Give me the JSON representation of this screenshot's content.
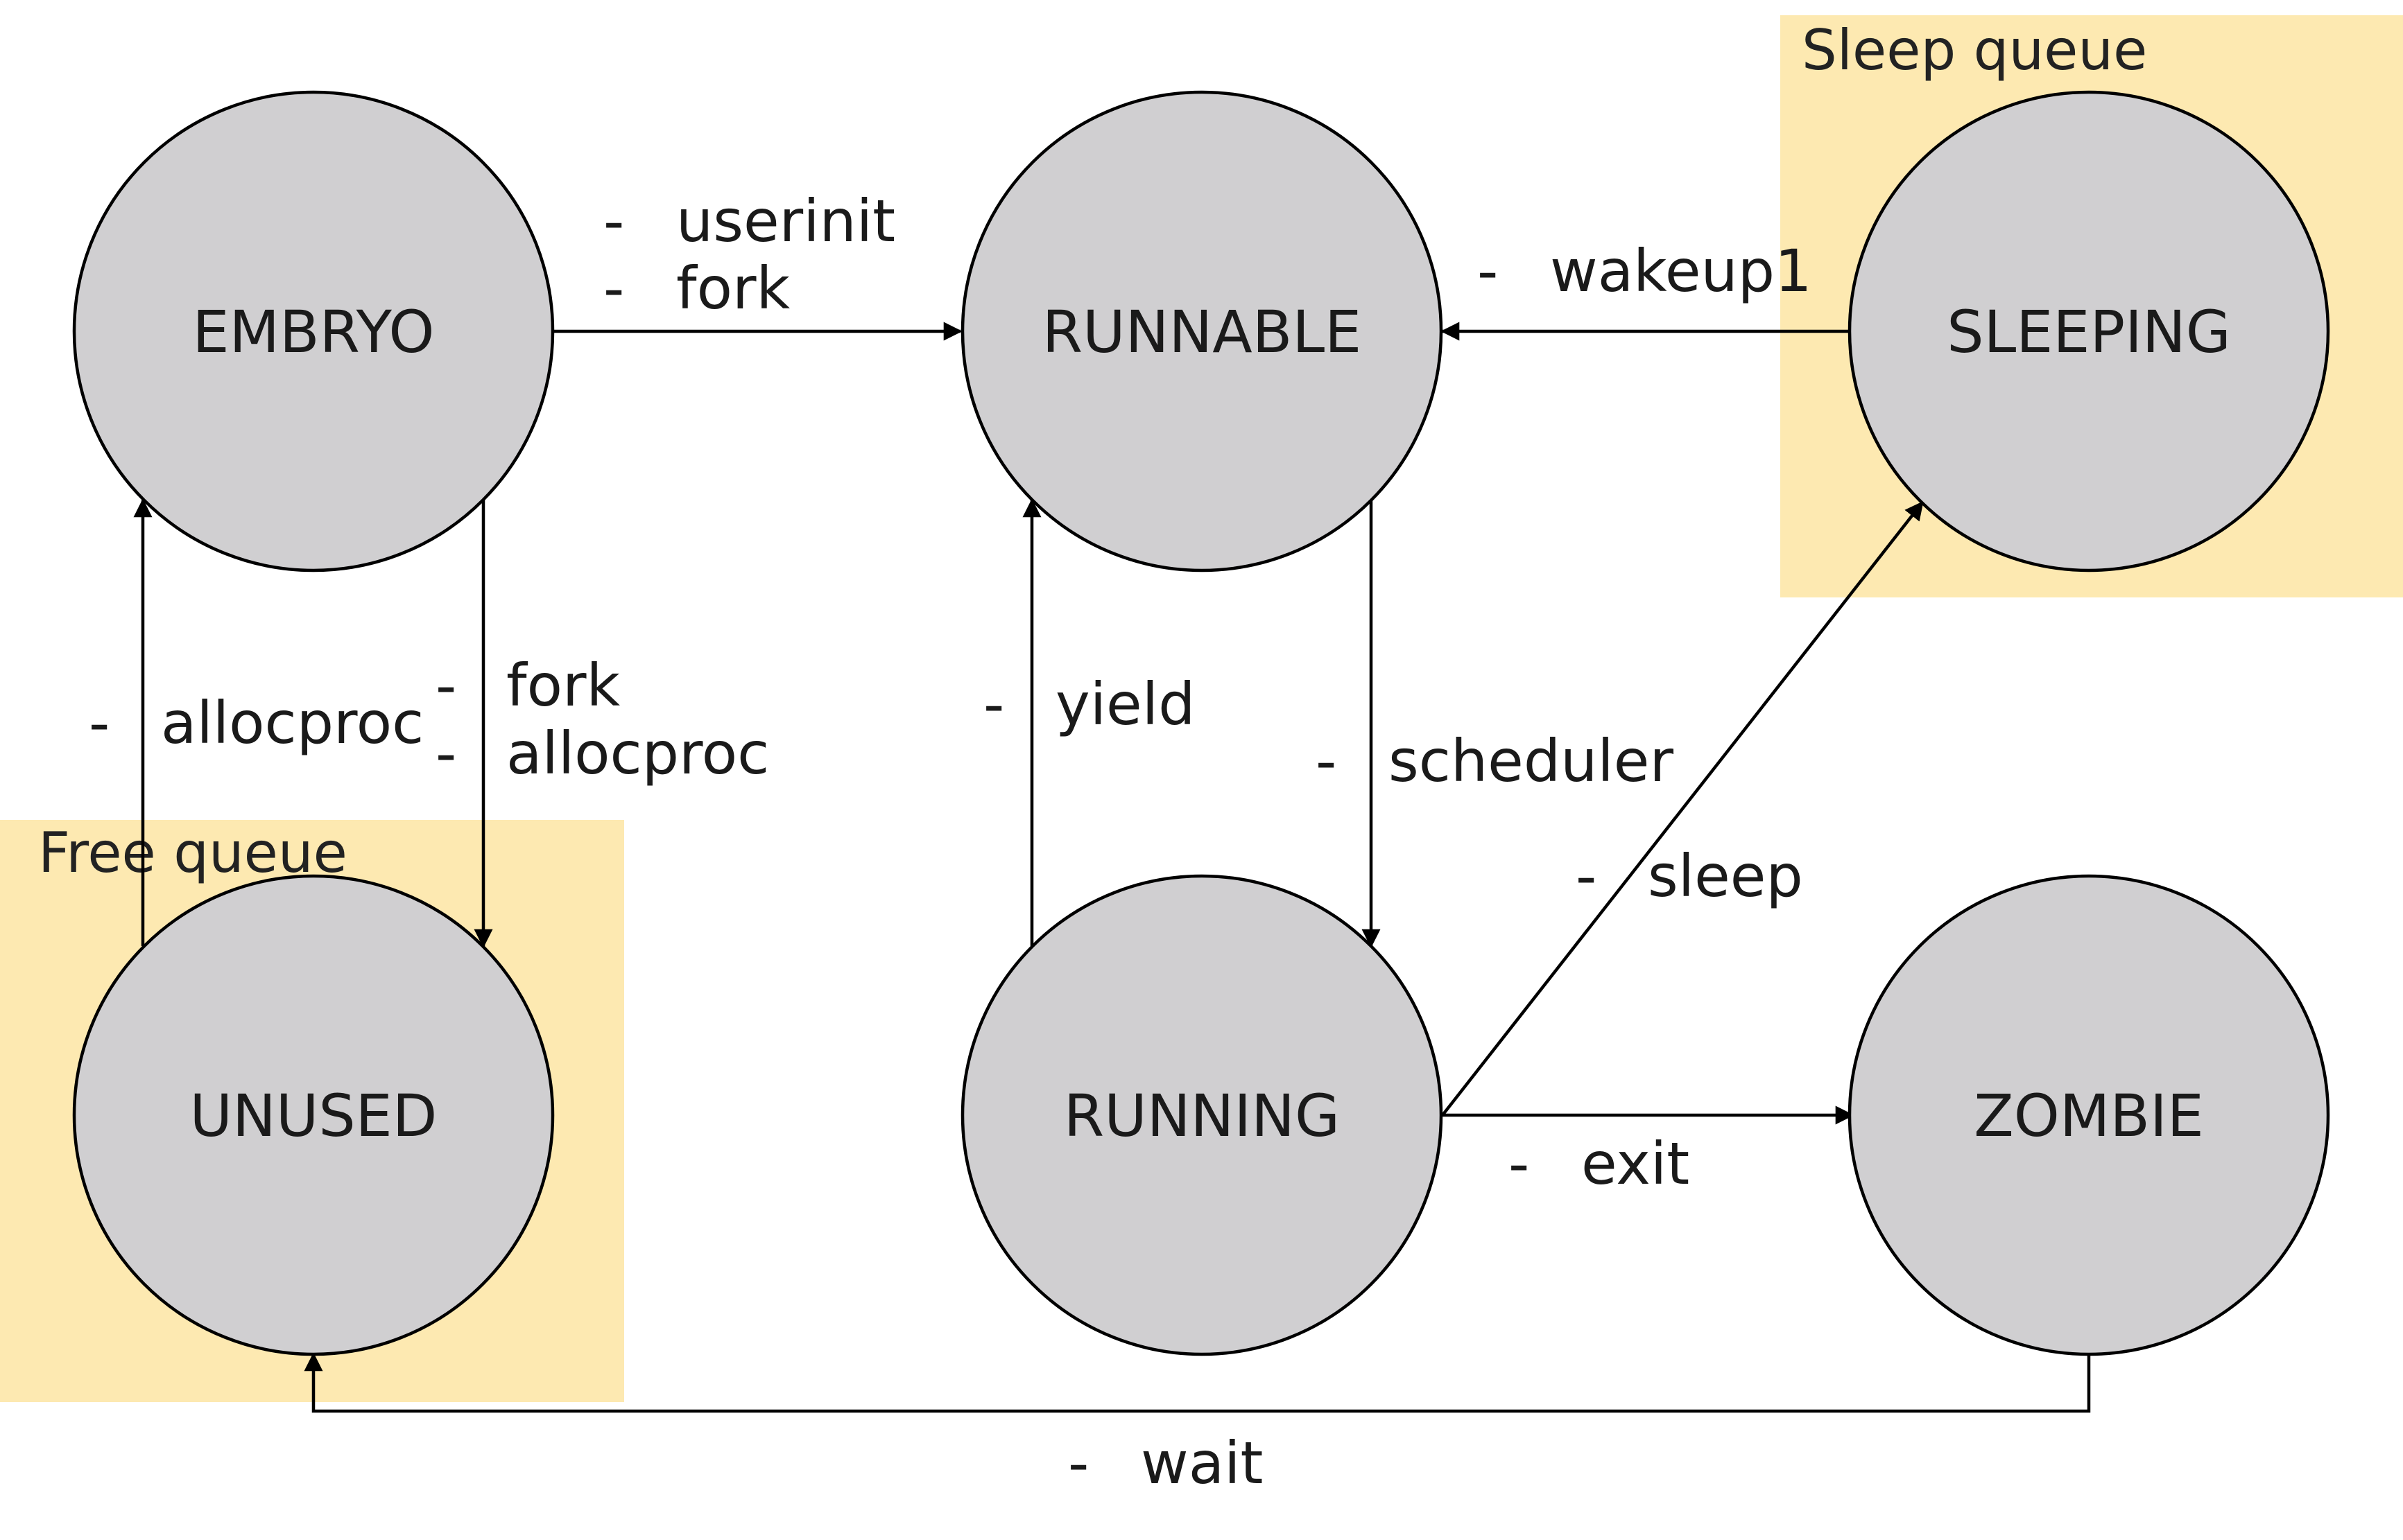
{
  "colors": {
    "queue_fill": "#fde9b1",
    "state_fill": "#d0cfd1",
    "stroke": "#000000",
    "text": "#1a1a1a"
  },
  "regions": {
    "free_queue": {
      "title": "Free queue"
    },
    "sleep_queue": {
      "title": "Sleep queue"
    }
  },
  "states": {
    "embryo": "EMBRYO",
    "runnable": "RUNNABLE",
    "sleeping": "SLEEPING",
    "unused": "UNUSED",
    "running": "RUNNING",
    "zombie": "ZOMBIE"
  },
  "transitions": {
    "embryo_to_runnable": {
      "dash": "-",
      "labels": [
        "userinit",
        "fork"
      ]
    },
    "sleeping_to_runnable": {
      "dash": "-",
      "labels": [
        "wakeup1"
      ]
    },
    "unused_to_embryo": {
      "dash": "-",
      "labels": [
        "allocproc"
      ]
    },
    "embryo_to_unused": {
      "dash": "-",
      "labels": [
        "fork",
        "allocproc"
      ]
    },
    "running_to_runnable": {
      "dash": "-",
      "labels": [
        "yield"
      ]
    },
    "runnable_to_running": {
      "dash": "-",
      "labels": [
        "scheduler"
      ]
    },
    "running_to_sleeping": {
      "dash": "-",
      "labels": [
        "sleep"
      ]
    },
    "running_to_zombie": {
      "dash": "-",
      "labels": [
        "exit"
      ]
    },
    "zombie_to_unused": {
      "dash": "-",
      "labels": [
        "wait"
      ]
    }
  }
}
